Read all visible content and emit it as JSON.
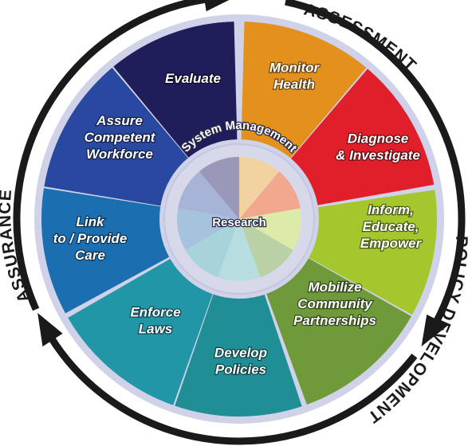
{
  "phases": {
    "assessment": "ASSESSMENT",
    "policy_development": "POLICY DEVELOPMENT",
    "assurance": "ASSURANCE"
  },
  "hub": {
    "ring_label": "System Management",
    "center_label": "Research"
  },
  "services": [
    {
      "name": "Monitor Health",
      "lines": [
        "Monitor",
        "Health"
      ],
      "color": "#e4901c"
    },
    {
      "name": "Diagnose & Investigate",
      "lines": [
        "Diagnose",
        "& Investigate"
      ],
      "color": "#e11f2a"
    },
    {
      "name": "Inform, Educate, Empower",
      "lines": [
        "Inform,",
        "Educate,",
        "Empower"
      ],
      "color": "#a4c72e"
    },
    {
      "name": "Mobilize Community Partnerships",
      "lines": [
        "Mobilize",
        "Community",
        "Partnerships"
      ],
      "color": "#6e9a3a"
    },
    {
      "name": "Develop Policies",
      "lines": [
        "Develop",
        "Policies"
      ],
      "color": "#1f8f95"
    },
    {
      "name": "Enforce Laws",
      "lines": [
        "Enforce",
        "Laws"
      ],
      "color": "#2196a6"
    },
    {
      "name": "Link to / Provide Care",
      "lines": [
        "Link",
        "to / Provide",
        "Care"
      ],
      "color": "#1b6fb0"
    },
    {
      "name": "Assure Competent Workforce",
      "lines": [
        "Assure",
        "Competent",
        "Workforce"
      ],
      "color": "#2948a0"
    },
    {
      "name": "Evaluate",
      "lines": [
        "Evaluate"
      ],
      "color": "#1f1d5a"
    }
  ],
  "hub_colors": [
    "#f3d2a2",
    "#f1a88f",
    "#dcebaa",
    "#b9d1a4",
    "#b7dde0",
    "#a7d3db",
    "#a6c3de",
    "#a8b3d8",
    "#9a98b8"
  ],
  "ring_color": "#d7d9ea",
  "arrow_color": "#1a1a1a"
}
